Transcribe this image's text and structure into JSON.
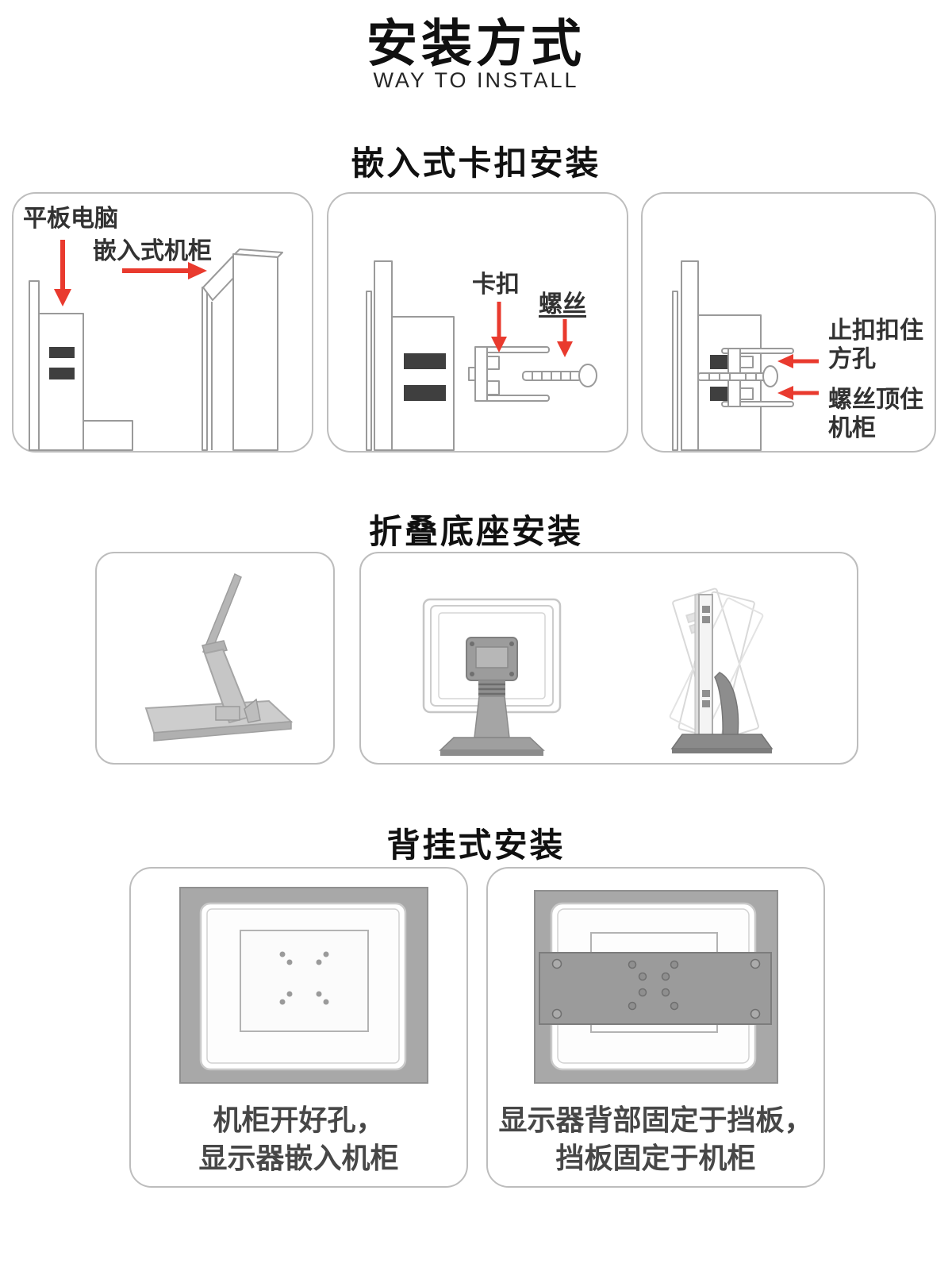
{
  "page": {
    "title": "安装方式",
    "subtitle": "WAY TO INSTALL"
  },
  "section_clip": {
    "title": "嵌入式卡扣安装",
    "panel_tablet_cabinet": {
      "tablet_label": "平板电脑",
      "cabinet_label": "嵌入式机柜"
    },
    "panel_buckle_screw": {
      "buckle_label": "卡扣",
      "screw_label": "螺丝"
    },
    "panel_fastened": {
      "stop_label_line1": "止扣扣住",
      "stop_label_line2": "方孔",
      "screw_label_line1": "螺丝顶住",
      "screw_label_line2": "机柜"
    }
  },
  "section_base": {
    "title": "折叠底座安装"
  },
  "section_back": {
    "title": "背挂式安装",
    "left_caption_line1": "机柜开好孔，",
    "left_caption_line2": "显示器嵌入机柜",
    "right_caption_line1": "显示器背部固定于挡板，",
    "right_caption_line2": "挡板固定于机柜"
  },
  "colors": {
    "arrow_red": "#e93a2e",
    "panel_border": "#bdbdbd",
    "title_color": "#101010",
    "label_color": "#323232",
    "caption_color": "#474747",
    "diagram_gray": "#9a9a9a",
    "dark_slot": "#3f3f3f",
    "cabinet_gray": "#d6d6d6",
    "stand_gray": "#c6c6c6",
    "dark_stand_gray": "#8d8d8d",
    "cabinet_panel_gray": "#a8a8a8"
  }
}
